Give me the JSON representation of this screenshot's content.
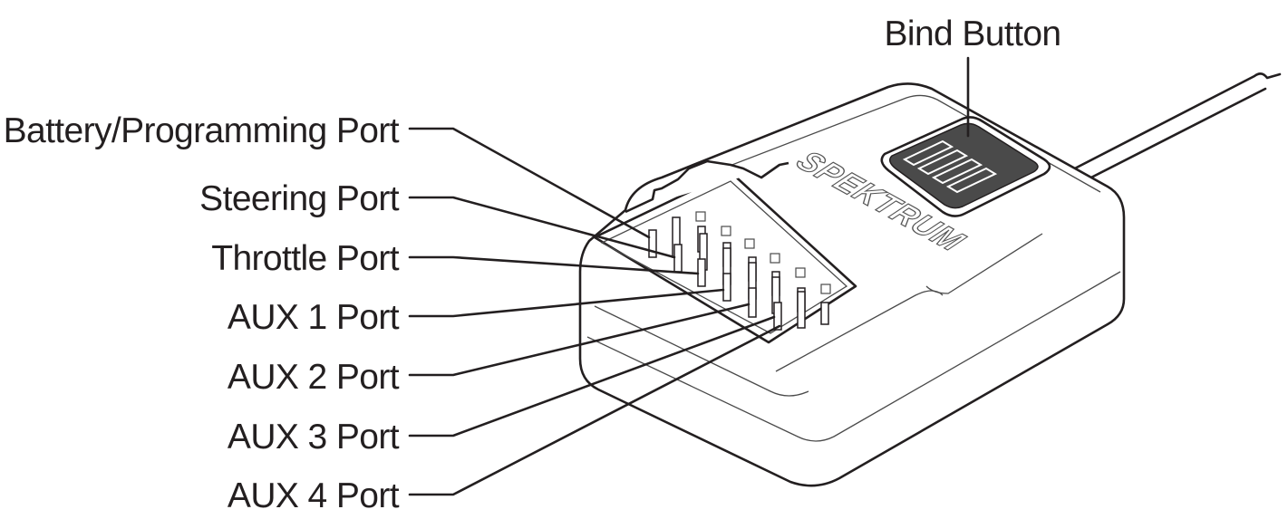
{
  "brand": "SPEKTRUM",
  "labels": {
    "bind_button": "Bind Button",
    "battery_programming_port": "Battery/Programming Port",
    "steering_port": "Steering Port",
    "throttle_port": "Throttle Port",
    "aux1_port": "AUX 1 Port",
    "aux2_port": "AUX 2 Port",
    "aux3_port": "AUX 3 Port",
    "aux4_port": "AUX 4 Port"
  },
  "colors": {
    "line": "#231f20",
    "bind_button_fill": "#4a4a4a"
  }
}
